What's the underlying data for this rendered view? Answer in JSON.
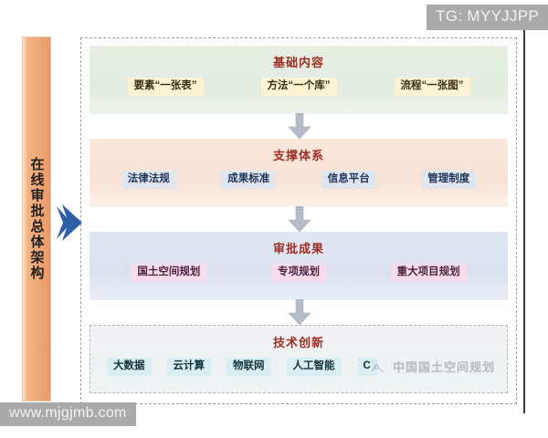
{
  "figure": {
    "left_bar_label": "在线审批总体架构"
  },
  "sections": [
    {
      "id": "basic",
      "title": "基础内容",
      "items": [
        "要素“一张表”",
        "方法“一个库”",
        "流程“一张图”"
      ]
    },
    {
      "id": "support",
      "title": "支撑体系",
      "items": [
        "法律法规",
        "成果标准",
        "信息平台",
        "管理制度"
      ]
    },
    {
      "id": "results",
      "title": "审批成果",
      "items": [
        "国土空间规划",
        "专项规划",
        "重大项目规划"
      ]
    },
    {
      "id": "tech",
      "title": "技术创新",
      "items": [
        "大数据",
        "云计算",
        "物联网",
        "人工智能",
        "C"
      ]
    }
  ],
  "watermarks": {
    "top_right": "TG: MYYJJPP",
    "bottom_left": "www.mjgjmb.com",
    "center": "中国国土空间规划"
  },
  "colors": {
    "left_bar": "#efa878",
    "blue_arrow": "#2f5fa8",
    "gray_arrow": "#b6bcc6",
    "title_text": "#9e2f25",
    "panel_basic": "#e2ece0",
    "panel_support": "#f8e2d5",
    "panel_results": "#dbe2ee",
    "panel_tech": "#eef2f3"
  }
}
